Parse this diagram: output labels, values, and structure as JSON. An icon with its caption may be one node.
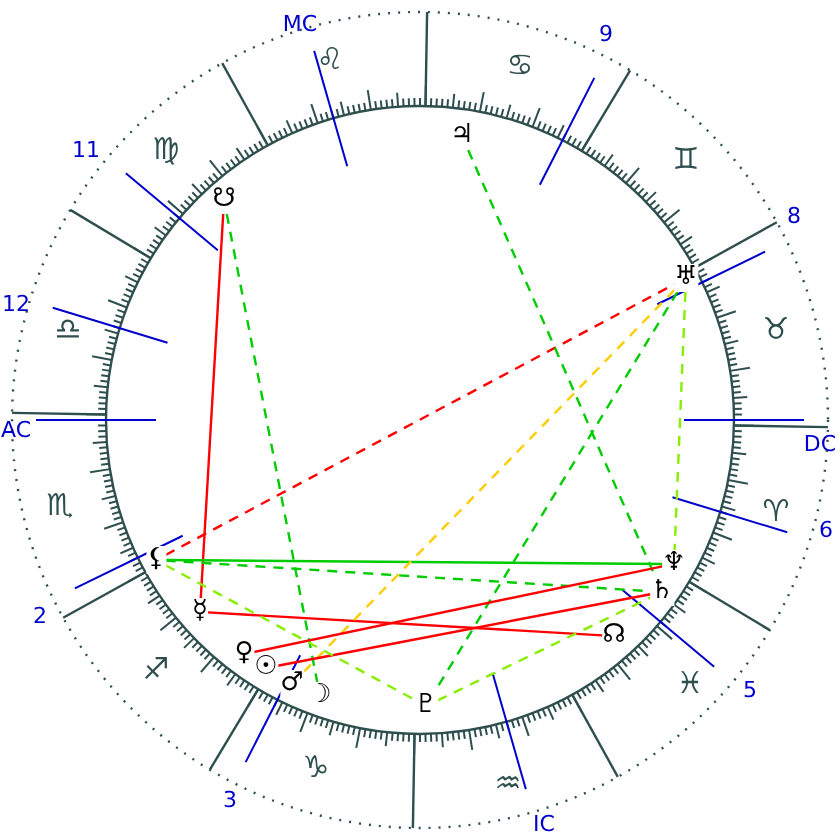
{
  "diagram": {
    "nodes": [
      {
        "text": [
          "♃"
        ]
      },
      {
        "text": [
          "☋"
        ]
      },
      {
        "text": [
          "♅"
        ]
      },
      {
        "text": [
          "⚸"
        ]
      },
      {
        "text": [
          "♆"
        ]
      },
      {
        "text": [
          "♄"
        ]
      },
      {
        "text": [
          "☿"
        ]
      },
      {
        "text": [
          "☊"
        ]
      },
      {
        "text": [
          "♀"
        ]
      },
      {
        "text": [
          "☉"
        ]
      },
      {
        "text": [
          "♂"
        ]
      },
      {
        "text": [
          "☽"
        ]
      },
      {
        "text": [
          "♇"
        ]
      }
    ],
    "edges": [
      {
        "from": 1,
        "to": 6,
        "arrow": "none",
        "color": "#ff0000"
      },
      {
        "from": 6,
        "to": 7,
        "arrow": "none",
        "color": "#ff0000"
      },
      {
        "from": 3,
        "to": 2,
        "arrow": "none",
        "style": "dashed",
        "color": "#ff0000"
      },
      {
        "from": 3,
        "to": 4,
        "arrow": "none",
        "color": "#00cc00"
      },
      {
        "from": 3,
        "to": 5,
        "arrow": "none",
        "style": "dashed",
        "color": "#00cc00"
      },
      {
        "from": 1,
        "to": 11,
        "arrow": "none",
        "style": "dashed",
        "color": "#00cc00"
      },
      {
        "from": 0,
        "to": 5,
        "arrow": "none",
        "style": "dashed",
        "color": "#00cc00"
      },
      {
        "from": 2,
        "to": 12,
        "arrow": "none",
        "style": "dashed",
        "color": "#00cc00"
      },
      {
        "from": 2,
        "to": 4,
        "arrow": "none",
        "style": "dashed",
        "color": "#88ee00"
      },
      {
        "from": 2,
        "to": 10,
        "arrow": "none",
        "style": "dashed",
        "color": "#ffcc00"
      },
      {
        "from": 4,
        "to": 8,
        "arrow": "none",
        "color": "#ff0000"
      },
      {
        "from": 5,
        "to": 9,
        "arrow": "none",
        "color": "#ff0000"
      },
      {
        "from": 3,
        "to": 12,
        "arrow": "none",
        "style": "dashed",
        "color": "#88ee00"
      },
      {
        "from": 12,
        "to": 5,
        "arrow": "none",
        "style": "dashed",
        "color": "#88ee00"
      }
    ],
    "labels": [
      "MC",
      "9",
      "♌",
      "♋",
      "♍",
      "11",
      "♊",
      "8",
      "12",
      "♎",
      "♉",
      "AC",
      "DC",
      "♏",
      "♈",
      "6",
      "2",
      "♐",
      "♓",
      "5",
      "♑",
      "♒",
      "3",
      "IC"
    ]
  }
}
